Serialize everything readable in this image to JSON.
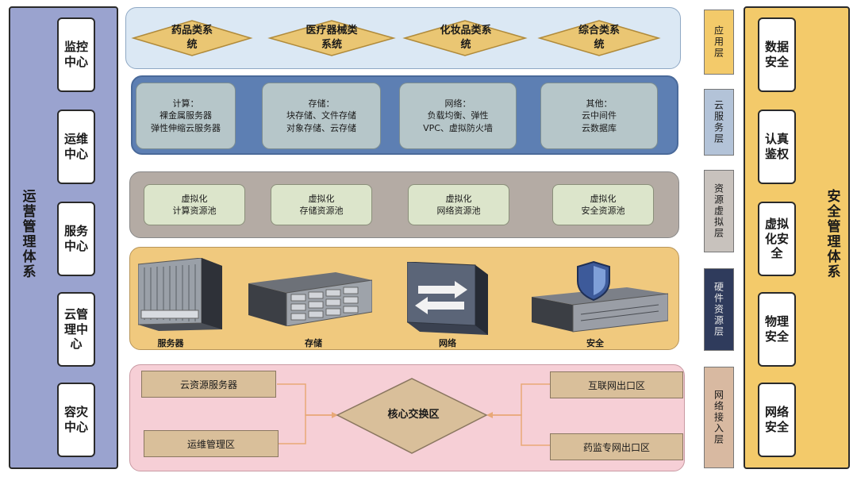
{
  "ops": {
    "title": "运营管理体系",
    "items": [
      "监控中心",
      "运维中心",
      "服务中心",
      "云管理中心",
      "容灾中心"
    ]
  },
  "security": {
    "title": "安全管理体系",
    "items": [
      "数据安全",
      "认真鉴权",
      "虚拟化安全",
      "物理安全",
      "网络安全"
    ]
  },
  "layers": {
    "app": "应用层",
    "cloud": "云服务层",
    "virt": "资源虚拟层",
    "hw": "硬件资源层",
    "net": "网络接入层"
  },
  "app_systems": [
    "药品类系统",
    "医疗器械类系统",
    "化妆品类系统",
    "综合类系统"
  ],
  "cloud_services": [
    {
      "head": "计算：",
      "lines": [
        "裸金属服务器",
        "弹性伸缩云服务器"
      ]
    },
    {
      "head": "存储：",
      "lines": [
        "块存储、文件存储",
        "对象存储、云存储"
      ]
    },
    {
      "head": "网络：",
      "lines": [
        "负载均衡、弹性",
        "VPC、虚拟防火墙"
      ]
    },
    {
      "head": "其他：",
      "lines": [
        "云中间件",
        "云数据库"
      ]
    }
  ],
  "virt_pools": [
    [
      "虚拟化",
      "计算资源池"
    ],
    [
      "虚拟化",
      "存储资源池"
    ],
    [
      "虚拟化",
      "网络资源池"
    ],
    [
      "虚拟化",
      "安全资源池"
    ]
  ],
  "hardware": [
    "服务器",
    "存储",
    "网络",
    "安全"
  ],
  "network": {
    "core": "核心交换区",
    "left": [
      "云资源服务器",
      "运维管理区"
    ],
    "right": [
      "互联网出口区",
      "药监专网出口区"
    ]
  },
  "colors": {
    "ops_bg": "#9aa3cf",
    "sec_bg": "#f3ca6a",
    "app_bg": "#dbe8f4",
    "cloud_bg": "#5d7fb3",
    "virt_bg": "#b4aba4",
    "hw_bg": "#f0c97e",
    "net_bg": "#f6cfd6",
    "diamond": "#eac673",
    "hw_label_bg": "#2f3b5c"
  }
}
